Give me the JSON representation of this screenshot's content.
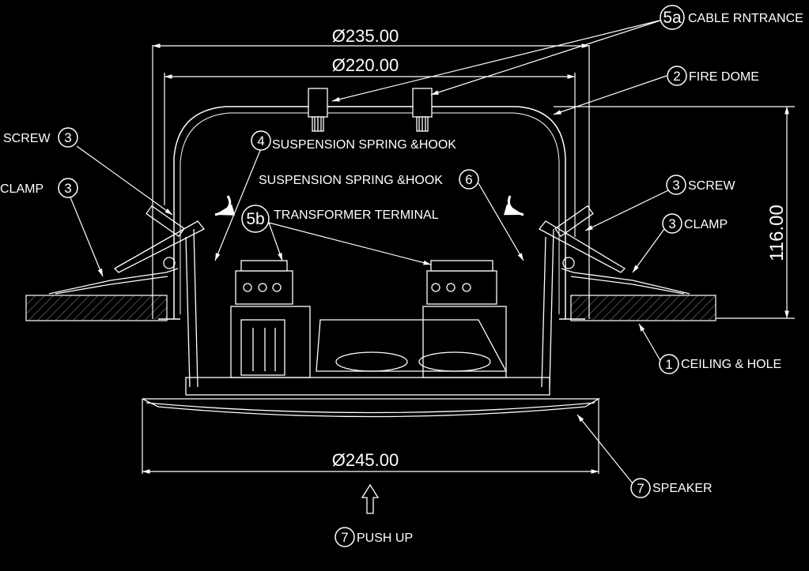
{
  "dimensions": {
    "outer_diameter": "Ø235.00",
    "inner_diameter": "Ø220.00",
    "speaker_diameter": "Ø245.00",
    "height": "116.00"
  },
  "callouts": {
    "cable_entrance": {
      "num": "5a",
      "text": "CABLE RNTRANCE"
    },
    "fire_dome": {
      "num": "2",
      "text": "FIRE DOME"
    },
    "screw_left": {
      "num": "3",
      "text": "SCREW"
    },
    "clamp_left": {
      "num": "3",
      "text": "CLAMP"
    },
    "suspension_spring": {
      "num": "4",
      "text": "SUSPENSION SPRING &HOOK"
    },
    "suspension_spring_label": {
      "text": "SUSPENSION SPRING &HOOK"
    },
    "item_6": {
      "num": "6"
    },
    "screw_right": {
      "num": "3",
      "text": "SCREW"
    },
    "clamp_right": {
      "num": "3",
      "text": "CLAMP"
    },
    "transformer_terminal": {
      "num": "5b",
      "text": "TRANSFORMER TERMINAL"
    },
    "ceiling_hole": {
      "num": "1",
      "text": "CEILING & HOLE"
    },
    "speaker": {
      "num": "7",
      "text": "SPEAKER"
    },
    "push_up": {
      "num": "7",
      "text": "PUSH UP"
    }
  }
}
